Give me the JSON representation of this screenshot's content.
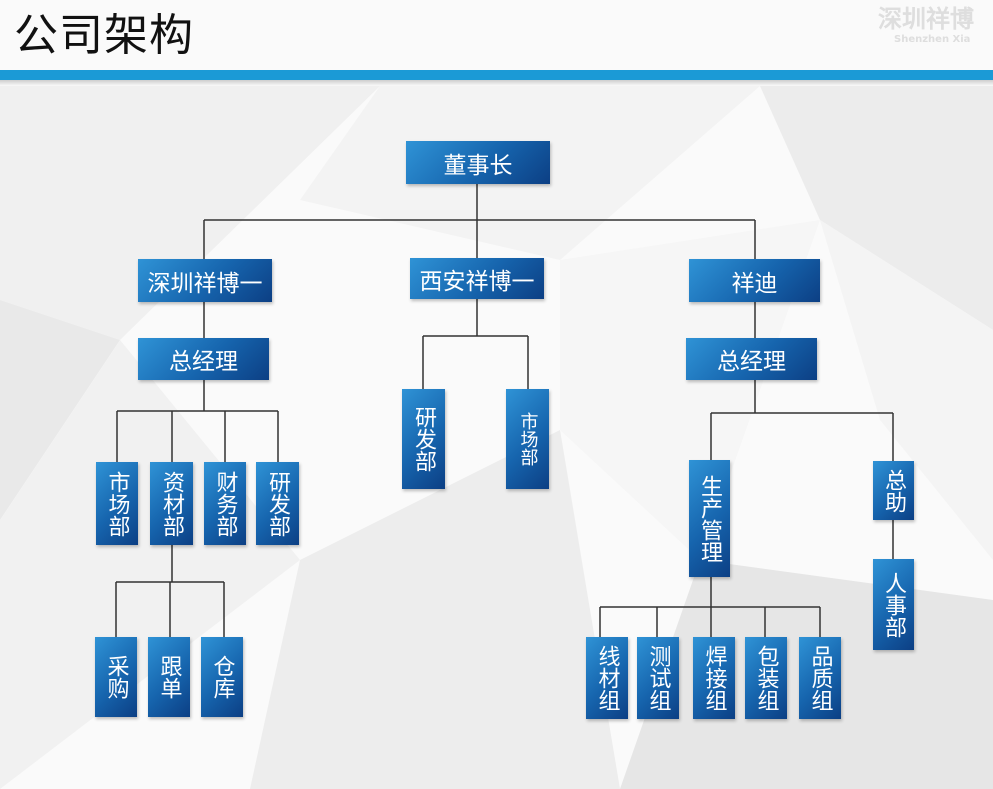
{
  "slide": {
    "title": "公司架构",
    "watermark_cn": "深圳祥博",
    "watermark_en": "Shenzhen Xia"
  },
  "org": {
    "chairman": "董事长",
    "companies": {
      "shenzhen": "深圳祥博一",
      "xian": "西安祥博一",
      "xiangdi": "祥迪"
    },
    "shenzhen_gm": "总经理",
    "shenzhen_depts": {
      "market": "市场部",
      "materials": "资材部",
      "finance": "财务部",
      "rnd": "研发部"
    },
    "materials_units": {
      "purchase": "采购",
      "follow": "跟单",
      "warehouse": "仓库"
    },
    "xian_depts": {
      "rnd": "研发部",
      "market": "市场部"
    },
    "xiangdi_gm": "总经理",
    "production": "生产管理",
    "assistant": "总助",
    "hr": "人事部",
    "production_groups": {
      "wire": "线材组",
      "test": "测试组",
      "weld": "焊接组",
      "pack": "包装组",
      "quality": "品质组"
    }
  }
}
